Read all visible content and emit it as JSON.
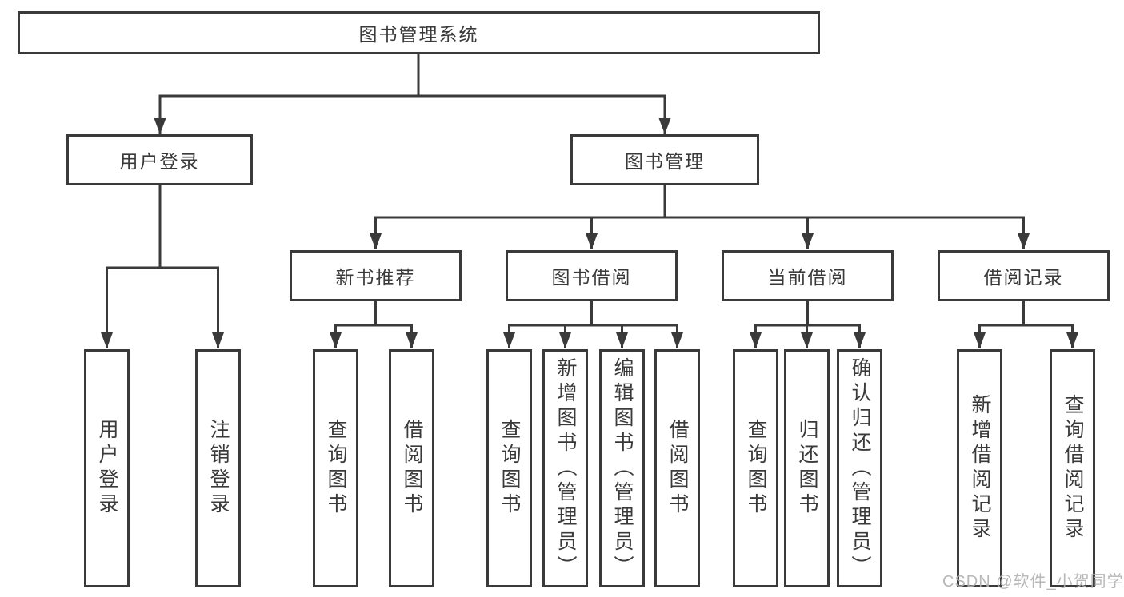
{
  "page": {
    "watermark": "CSDN @软件_小贺同学"
  },
  "colors": {
    "line": "#3a3a3a",
    "text": "#3a3a3a",
    "box_fill": "#ffffff",
    "background": "#ffffff",
    "watermark": "#afafaf"
  },
  "tree": {
    "root": "图书管理系统",
    "level2": [
      "用户登录",
      "图书管理"
    ],
    "level3": [
      "新书推荐",
      "图书借阅",
      "当前借阅",
      "借阅记录"
    ],
    "leaves": {
      "user_login": [
        "用户登录",
        "注销登录"
      ],
      "new_books": [
        "查询图书",
        "借阅图书"
      ],
      "book_borrow": [
        "查询图书",
        "新增图书（管理员）",
        "编辑图书（管理员）",
        "借阅图书"
      ],
      "current_borrow": [
        "查询图书",
        "归还图书",
        "确认归还（管理员）"
      ],
      "borrow_records": [
        "新增借阅记录",
        "查询借阅记录"
      ]
    }
  }
}
